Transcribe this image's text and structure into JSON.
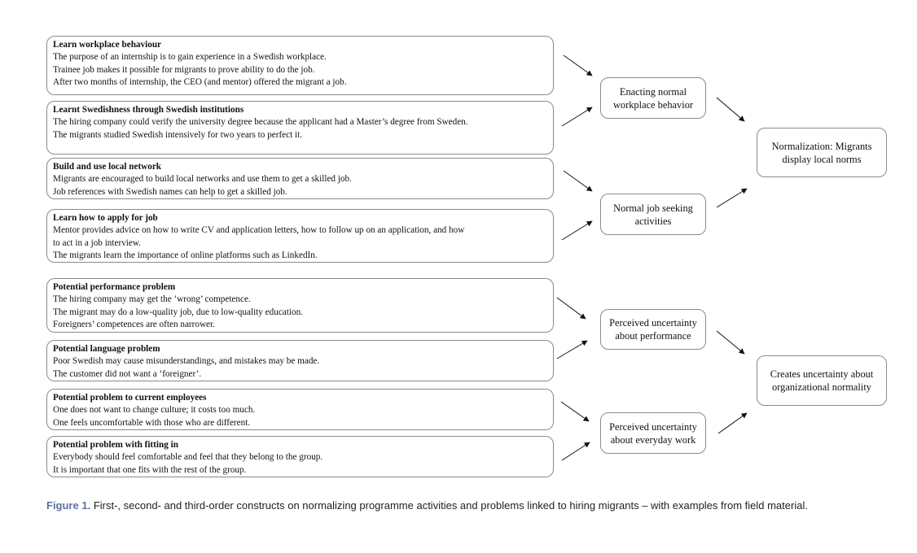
{
  "first_order": [
    {
      "title": "Learn workplace behaviour",
      "lines": [
        "The purpose of an internship is to gain experience in a Swedish workplace.",
        "Trainee job makes it possible for migrants to prove ability to do the job.",
        "After two months of internship, the CEO (and mentor) offered the migrant a job."
      ]
    },
    {
      "title": "Learnt Swedishness through Swedish institutions",
      "lines": [
        "The hiring company could verify the university degree because the applicant had a Master’s degree from Sweden.",
        "The migrants studied Swedish intensively for two years to perfect it."
      ]
    },
    {
      "title": "Build and use local network",
      "lines": [
        "Migrants are encouraged to build local networks and use them to get a skilled job.",
        "Job references with Swedish names can help to get a skilled job."
      ]
    },
    {
      "title": "Learn how to apply for job",
      "lines": [
        "Mentor provides advice on how to write CV and application letters, how to follow up on an application, and how",
        "to act in a job interview.",
        "The migrants learn the importance of online platforms such as LinkedIn."
      ]
    },
    {
      "title": "Potential performance problem",
      "lines": [
        "The hiring company may get the ‘wrong’ competence.",
        "The migrant may do a low-quality job, due to low-quality education.",
        "Foreigners’ competences are often narrower."
      ]
    },
    {
      "title": "Potential language problem",
      "lines": [
        "Poor Swedish may cause misunderstandings, and mistakes may be made.",
        "The customer did not want a ‘foreigner’."
      ]
    },
    {
      "title": "Potential problem to current employees",
      "lines": [
        "One does not want to change culture; it costs too much.",
        "One feels uncomfortable with those who are different."
      ]
    },
    {
      "title": "Potential problem with fitting in",
      "lines": [
        "Everybody should feel comfortable and feel that they belong to the group.",
        "It is important that one fits with the rest of the group."
      ]
    }
  ],
  "second_order": [
    "Enacting normal workplace behavior",
    "Normal job seeking activities",
    "Perceived uncertainty about performance",
    "Perceived uncertainty about everyday work"
  ],
  "third_order": [
    "Normalization: Migrants display local norms",
    "Creates uncertainty about organizational normality"
  ],
  "caption": {
    "label": "Figure 1.",
    "text": "First-, second- and third-order constructs on normalizing programme activities and problems linked to hiring migrants – with examples from field material."
  }
}
